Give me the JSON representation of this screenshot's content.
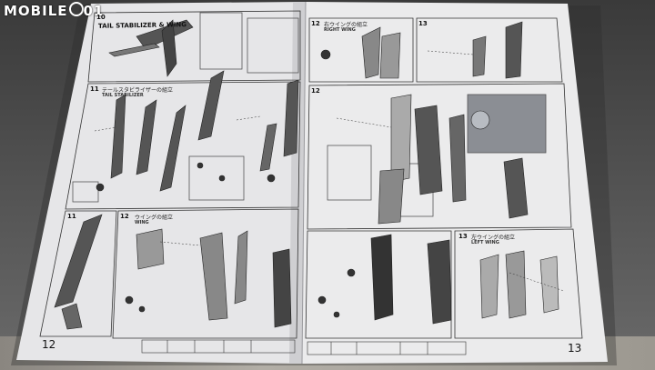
{
  "watermark": {
    "text": "MOBILE",
    "suffix": "01"
  },
  "left_page": {
    "page_number": "12",
    "sections": [
      {
        "label": "10",
        "title": "TAIL STABILIZER & WING"
      },
      {
        "label": "11",
        "title_jp": "テールスタビライザーの組立",
        "title": "TAIL STABILIZER"
      },
      {
        "label": "11",
        "title": ""
      },
      {
        "label": "12",
        "title_jp": "ウイングの組立",
        "title": "WING"
      }
    ]
  },
  "right_page": {
    "page_number": "13",
    "sections": [
      {
        "label": "12",
        "title_jp": "右ウイングの組立",
        "title": "RIGHT WING"
      },
      {
        "label": "13",
        "title": ""
      },
      {
        "label": "12",
        "title": ""
      },
      {
        "label": "13",
        "title_jp": "左ウイングの組立",
        "title": "LEFT WING"
      }
    ]
  },
  "colors": {
    "paper": "#e9e9ea",
    "ink": "#222222",
    "background": "#4a4a4a",
    "table": "#a6a29a"
  }
}
